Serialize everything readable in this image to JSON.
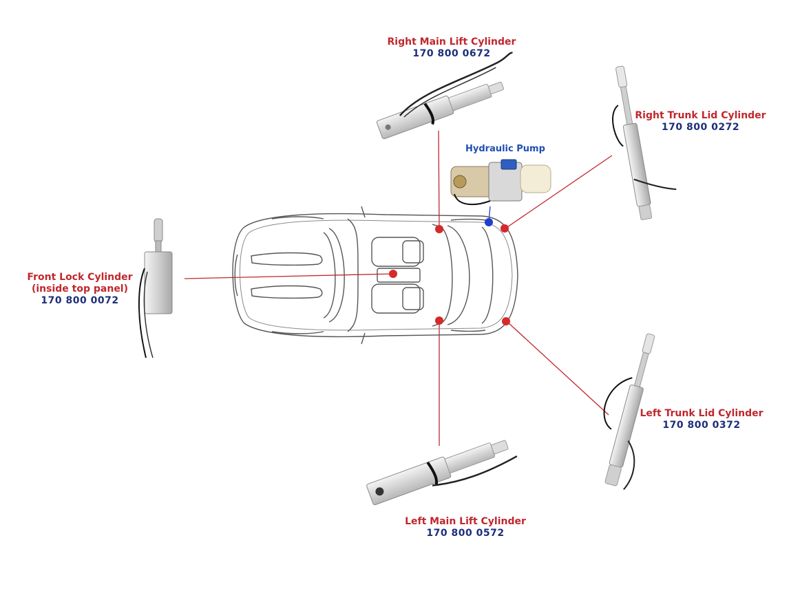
{
  "labels": {
    "right_main_lift": {
      "name": "Right Main Lift Cylinder",
      "part": "170 800 0672"
    },
    "right_trunk_lid": {
      "name": "Right Trunk Lid Cylinder",
      "part": "170 800 0272"
    },
    "hydraulic_pump": {
      "name": "Hydraulic Pump"
    },
    "front_lock": {
      "name": "Front Lock Cylinder",
      "note": "(inside top panel)",
      "part": "170 800 0072"
    },
    "left_trunk_lid": {
      "name": "Left Trunk Lid Cylinder",
      "part": "170 800 0372"
    },
    "left_main_lift": {
      "name": "Left Main Lift Cylinder",
      "part": "170 800 0572"
    }
  },
  "colors": {
    "label_red": "#c0272d",
    "part_blue": "#1d2e7a",
    "pump_blue": "#1f4fb0",
    "leader_line": "#c0272d",
    "marker_red": "#d42a2a",
    "marker_blue": "#1f3fd0",
    "car_outline": "#555555"
  }
}
